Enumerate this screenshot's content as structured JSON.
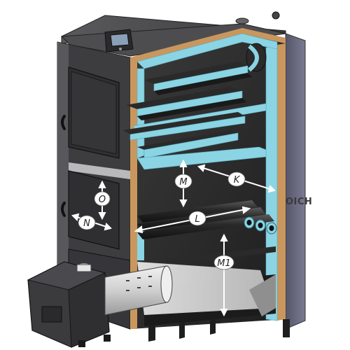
{
  "diagram": {
    "dimension_labels": {
      "K": "K",
      "L": "L",
      "M": "M",
      "M1": "M1",
      "N": "N",
      "O": "O"
    },
    "brand_text": "OICH",
    "colors": {
      "casing": "#4a4a4c",
      "casing_dark": "#2e2e30",
      "side_panel": "#6f6f85",
      "insulation_wool": "#8ad4e4",
      "insulation_cork": "#c9975d",
      "baffle_dark": "#2a2a2a",
      "burner_body": "#3b3b3e",
      "burner_drum": "#d7d7d7",
      "dimension_arrow": "#ffffff"
    },
    "icons": [
      "control-panel-icon",
      "burner-icon",
      "door-handle-icon"
    ]
  }
}
